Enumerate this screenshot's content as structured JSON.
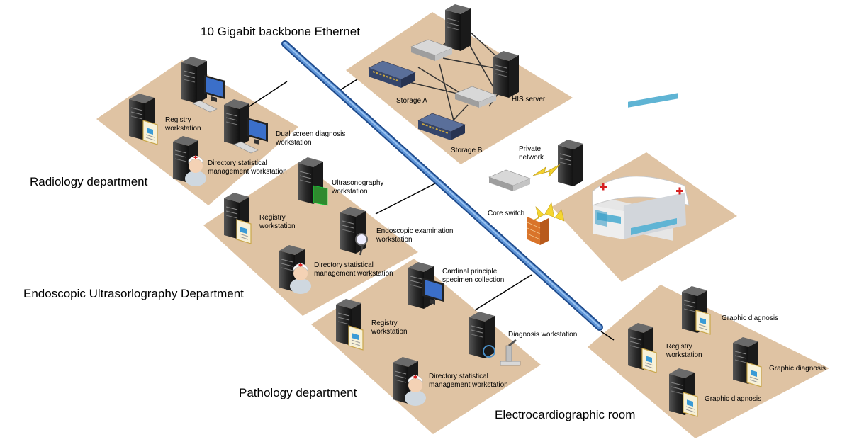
{
  "backbone_title": "10 Gigabit backbone Ethernet",
  "data_center": {
    "storage_a": "Storage A",
    "storage_b": "Storage B",
    "his_server": "HIS server",
    "private_network": "Private network",
    "core_switch": "Core switch"
  },
  "departments": {
    "radiology": {
      "name": "Radiology department",
      "registry": "Registry workstation",
      "dual_screen": "Dual screen diagnosis workstation",
      "directory": "Directory statistical management workstation"
    },
    "endoscopic": {
      "name": "Endoscopic Ultrasorlography Department",
      "ultrasonography": "Ultrasonography workstation",
      "registry": "Registry workstation",
      "endoscopic_exam": "Endoscopic examination workstation",
      "directory": "Directory statistical management workstation"
    },
    "pathology": {
      "name": "Pathology department",
      "specimen": "Cardinal principle specimen collection",
      "registry": "Registry workstation",
      "diagnosis": "Diagnosis workstation",
      "directory": "Directory statistical management workstation"
    },
    "ecg": {
      "name": "Electrocardiographic room",
      "registry": "Registry workstation",
      "graphic_1": "Graphic diagnosis",
      "graphic_2": "Graphic diagnosis",
      "graphic_3": "Graphic diagnosis"
    }
  },
  "colors": {
    "floor": "#dfc3a3",
    "backbone": "#4a7fc4",
    "server": "#2f2f2f",
    "link": "#000000"
  }
}
